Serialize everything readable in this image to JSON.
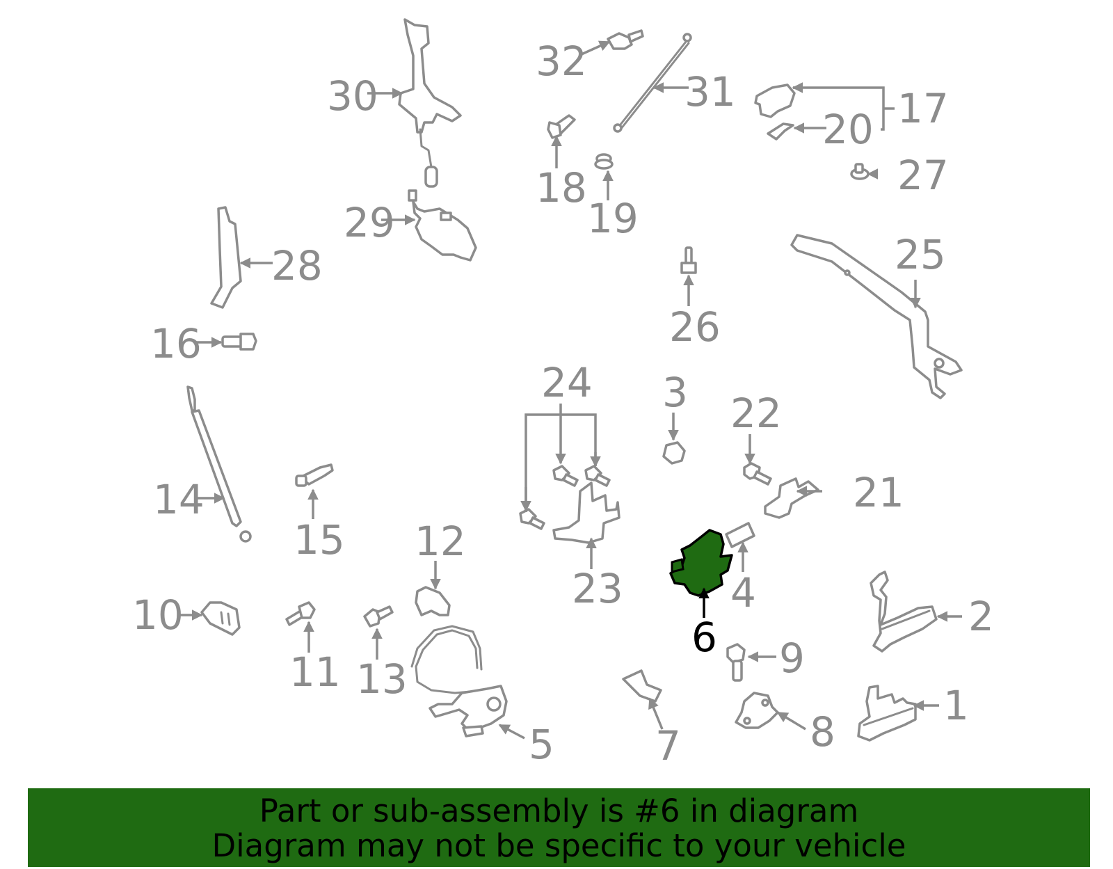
{
  "diagram": {
    "highlight_color": "#1f6b12",
    "line_color": "#8c8c8c",
    "callouts": [
      {
        "id": "1",
        "label": "1"
      },
      {
        "id": "2",
        "label": "2"
      },
      {
        "id": "3",
        "label": "3"
      },
      {
        "id": "4",
        "label": "4"
      },
      {
        "id": "5",
        "label": "5"
      },
      {
        "id": "6",
        "label": "6",
        "highlighted": true
      },
      {
        "id": "7",
        "label": "7"
      },
      {
        "id": "8",
        "label": "8"
      },
      {
        "id": "9",
        "label": "9"
      },
      {
        "id": "10",
        "label": "10"
      },
      {
        "id": "11",
        "label": "11"
      },
      {
        "id": "12",
        "label": "12"
      },
      {
        "id": "13",
        "label": "13"
      },
      {
        "id": "14",
        "label": "14"
      },
      {
        "id": "15",
        "label": "15"
      },
      {
        "id": "16",
        "label": "16"
      },
      {
        "id": "17",
        "label": "17"
      },
      {
        "id": "18",
        "label": "18"
      },
      {
        "id": "19",
        "label": "19"
      },
      {
        "id": "20",
        "label": "20"
      },
      {
        "id": "21",
        "label": "21"
      },
      {
        "id": "22",
        "label": "22"
      },
      {
        "id": "23",
        "label": "23"
      },
      {
        "id": "24",
        "label": "24"
      },
      {
        "id": "25",
        "label": "25"
      },
      {
        "id": "26",
        "label": "26"
      },
      {
        "id": "27",
        "label": "27"
      },
      {
        "id": "28",
        "label": "28"
      },
      {
        "id": "29",
        "label": "29"
      },
      {
        "id": "30",
        "label": "30"
      },
      {
        "id": "31",
        "label": "31"
      },
      {
        "id": "32",
        "label": "32"
      }
    ]
  },
  "banner": {
    "line1": "Part or sub-assembly is #6 in diagram",
    "line2": "Diagram may not be specific to your vehicle",
    "background_color": "#1f6b12"
  }
}
